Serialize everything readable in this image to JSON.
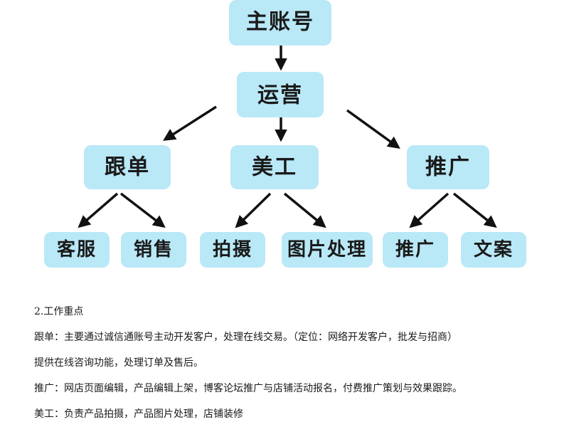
{
  "diagram": {
    "root": "主账号",
    "operations": "运营",
    "follow_up": "跟单",
    "artist": "美工",
    "promotion": "推广",
    "customer_service": "客服",
    "sales": "销售",
    "photography": "拍摄",
    "image_processing": "图片处理",
    "promotion_sub": "推广",
    "copywriting": "文案"
  },
  "notes": {
    "heading": "2.工作重点",
    "line1": "跟单：主要通过诚信通账号主动开发客户，处理在线交易。（定位：网络开发客户，批发与招商）",
    "line2": "提供在线咨询功能，处理订单及售后。",
    "line3": "推广：网店页面编辑，产品编辑上架，博客论坛推广与店铺活动报名，付费推广策划与效果跟踪。",
    "line4": "美工：负责产品拍摄，产品图片处理，店铺装修"
  },
  "colors": {
    "node_fill": "#b9e8f7",
    "arrow": "#111111"
  }
}
